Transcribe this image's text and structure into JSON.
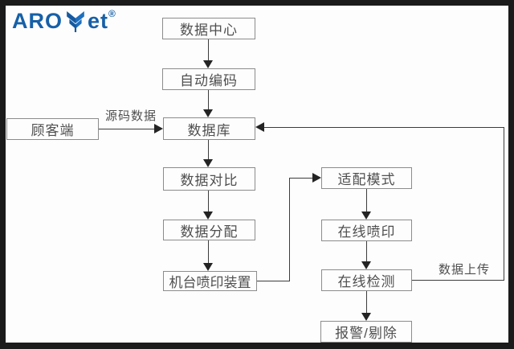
{
  "logo": {
    "part1": "ARO",
    "part2": "et",
    "registered": "®",
    "leaf_icon": "wheat-leaf-icon",
    "color_dark": "#15599f",
    "color_light": "#1e6fbe"
  },
  "nodes": {
    "data_center": {
      "label": "数据中心"
    },
    "auto_encode": {
      "label": "自动编码"
    },
    "customer": {
      "label": "顾客端"
    },
    "database": {
      "label": "数据库"
    },
    "data_compare": {
      "label": "数据对比"
    },
    "data_distribute": {
      "label": "数据分配"
    },
    "machine_print": {
      "label": "机台喷印装置"
    },
    "adapt_mode": {
      "label": "适配模式"
    },
    "online_print": {
      "label": "在线喷印"
    },
    "online_detect": {
      "label": "在线检测"
    },
    "alarm_reject": {
      "label": "报警/剔除"
    }
  },
  "edge_labels": {
    "source_data": "源码数据",
    "data_upload": "数据上传"
  },
  "edges": [
    {
      "from": "data_center",
      "to": "auto_encode"
    },
    {
      "from": "auto_encode",
      "to": "database"
    },
    {
      "from": "customer",
      "to": "database",
      "label": "源码数据"
    },
    {
      "from": "database",
      "to": "data_compare"
    },
    {
      "from": "data_compare",
      "to": "data_distribute"
    },
    {
      "from": "data_distribute",
      "to": "machine_print"
    },
    {
      "from": "machine_print",
      "to": "adapt_mode"
    },
    {
      "from": "adapt_mode",
      "to": "online_print"
    },
    {
      "from": "online_print",
      "to": "online_detect"
    },
    {
      "from": "online_detect",
      "to": "alarm_reject"
    },
    {
      "from": "online_detect",
      "to": "database",
      "label": "数据上传"
    }
  ],
  "colors": {
    "frame": "#1b1b1b",
    "background": "#fdfdfd",
    "box_border": "#8c8c8c",
    "line": "#3c3c3c",
    "text": "#4f4f4f",
    "logo_blue": "#1660a8"
  }
}
